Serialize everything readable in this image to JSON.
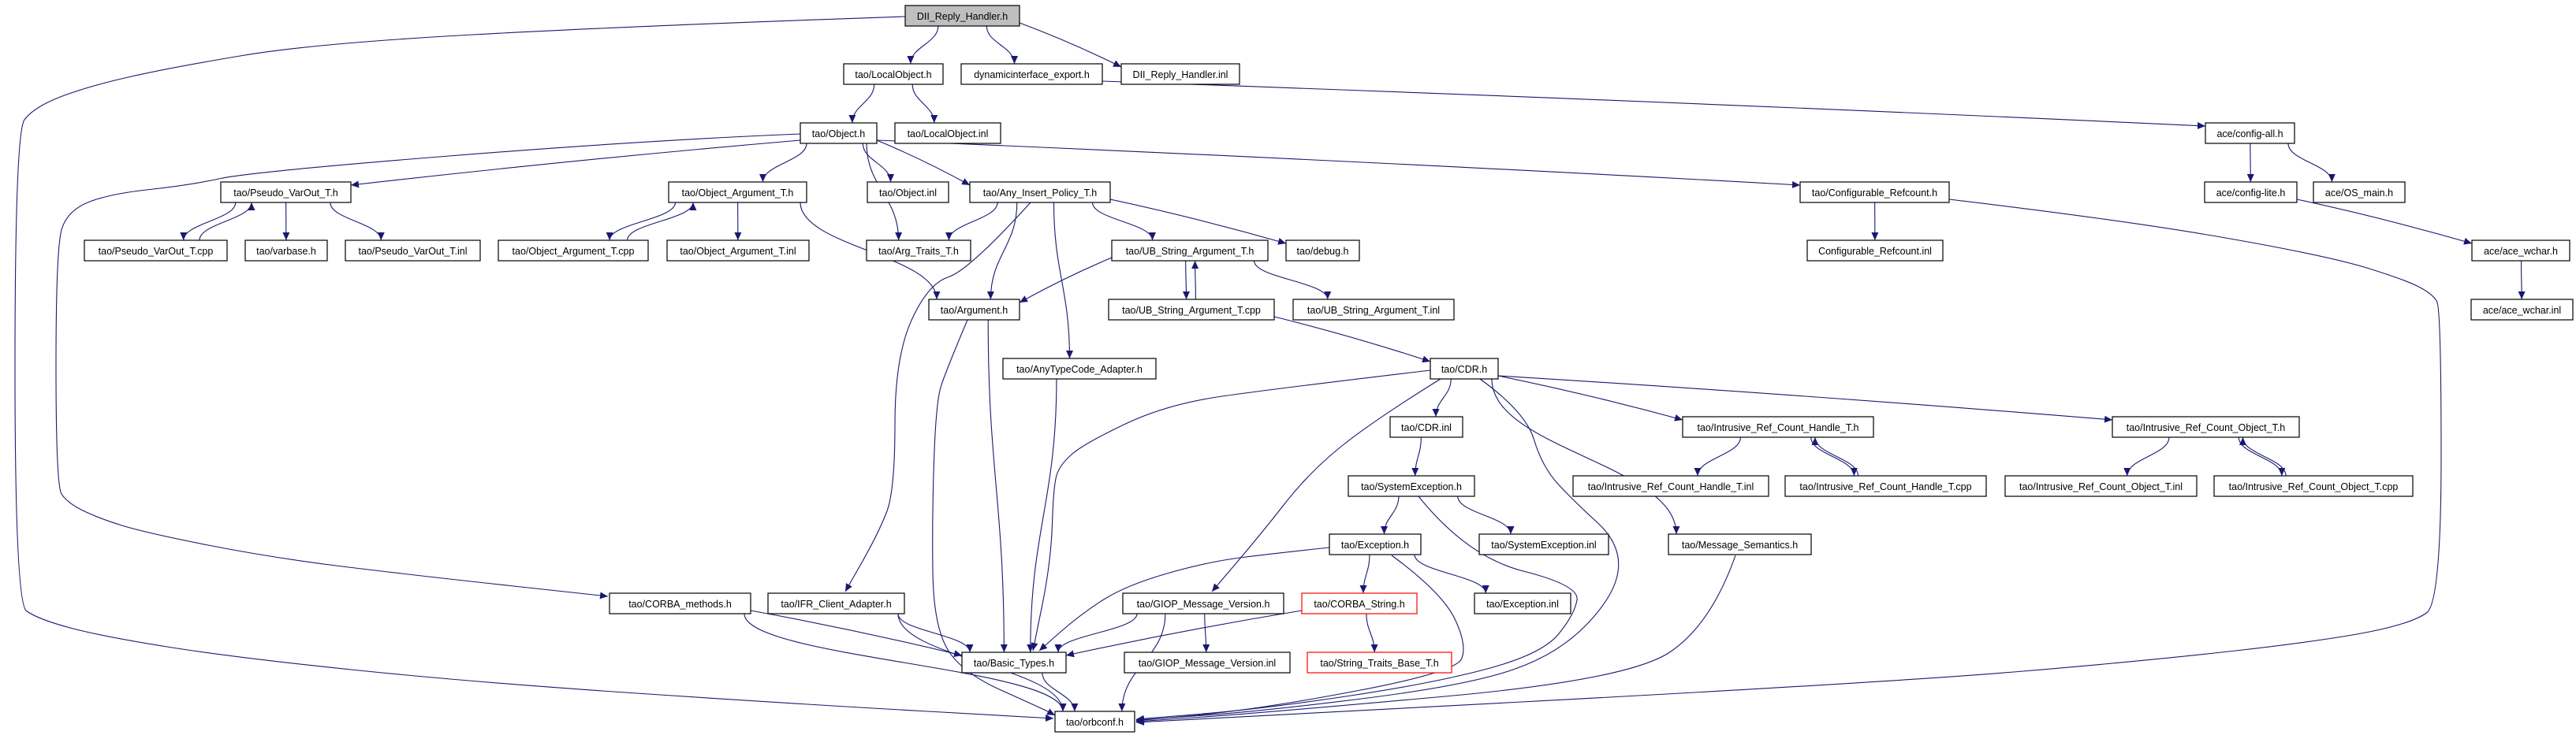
{
  "colors": {
    "edge": "#191970",
    "root_fill": "#bfbfbf",
    "node_border": "#000000",
    "missing_node_border": "#ff0000"
  },
  "nodes": [
    {
      "id": "dii",
      "label": "DII_Reply_Handler.h",
      "root": true
    },
    {
      "id": "localobj",
      "label": "tao/LocalObject.h"
    },
    {
      "id": "dynexp",
      "label": "dynamicinterface_export.h"
    },
    {
      "id": "diiinl",
      "label": "DII_Reply_Handler.inl"
    },
    {
      "id": "object",
      "label": "tao/Object.h"
    },
    {
      "id": "localobjinl",
      "label": "tao/LocalObject.inl"
    },
    {
      "id": "configall",
      "label": "ace/config-all.h"
    },
    {
      "id": "pvo",
      "label": "tao/Pseudo_VarOut_T.h"
    },
    {
      "id": "oat",
      "label": "tao/Object_Argument_T.h"
    },
    {
      "id": "objinl",
      "label": "tao/Object.inl"
    },
    {
      "id": "aip",
      "label": "tao/Any_Insert_Policy_T.h"
    },
    {
      "id": "cfgref",
      "label": "tao/Configurable_Refcount.h"
    },
    {
      "id": "configlite",
      "label": "ace/config-lite.h"
    },
    {
      "id": "osmain",
      "label": "ace/OS_main.h"
    },
    {
      "id": "pvocpp",
      "label": "tao/Pseudo_VarOut_T.cpp"
    },
    {
      "id": "varbase",
      "label": "tao/varbase.h"
    },
    {
      "id": "pvoinl",
      "label": "tao/Pseudo_VarOut_T.inl"
    },
    {
      "id": "oatcpp",
      "label": "tao/Object_Argument_T.cpp"
    },
    {
      "id": "oatinl",
      "label": "tao/Object_Argument_T.inl"
    },
    {
      "id": "argtraits",
      "label": "tao/Arg_Traits_T.h"
    },
    {
      "id": "ubsa",
      "label": "tao/UB_String_Argument_T.h"
    },
    {
      "id": "debug",
      "label": "tao/debug.h"
    },
    {
      "id": "cfgrefinl",
      "label": "Configurable_Refcount.inl"
    },
    {
      "id": "wchar",
      "label": "ace/ace_wchar.h"
    },
    {
      "id": "argument",
      "label": "tao/Argument.h"
    },
    {
      "id": "ubsacpp",
      "label": "tao/UB_String_Argument_T.cpp"
    },
    {
      "id": "ubsainl",
      "label": "tao/UB_String_Argument_T.inl"
    },
    {
      "id": "wcharinl",
      "label": "ace/ace_wchar.inl"
    },
    {
      "id": "anytc",
      "label": "tao/AnyTypeCode_Adapter.h"
    },
    {
      "id": "cdr",
      "label": "tao/CDR.h"
    },
    {
      "id": "cdrinl",
      "label": "tao/CDR.inl"
    },
    {
      "id": "irch",
      "label": "tao/Intrusive_Ref_Count_Handle_T.h"
    },
    {
      "id": "irco",
      "label": "tao/Intrusive_Ref_Count_Object_T.h"
    },
    {
      "id": "sysexc",
      "label": "tao/SystemException.h"
    },
    {
      "id": "irchinl",
      "label": "tao/Intrusive_Ref_Count_Handle_T.inl"
    },
    {
      "id": "irchcpp",
      "label": "tao/Intrusive_Ref_Count_Handle_T.cpp"
    },
    {
      "id": "ircoinl",
      "label": "tao/Intrusive_Ref_Count_Object_T.inl"
    },
    {
      "id": "ircocpp",
      "label": "tao/Intrusive_Ref_Count_Object_T.cpp"
    },
    {
      "id": "exc",
      "label": "tao/Exception.h"
    },
    {
      "id": "sysexcinl",
      "label": "tao/SystemException.inl"
    },
    {
      "id": "msgsem",
      "label": "tao/Message_Semantics.h"
    },
    {
      "id": "corbam",
      "label": "tao/CORBA_methods.h"
    },
    {
      "id": "ifr",
      "label": "tao/IFR_Client_Adapter.h"
    },
    {
      "id": "giop",
      "label": "tao/GIOP_Message_Version.h"
    },
    {
      "id": "corbastr",
      "label": "tao/CORBA_String.h",
      "missing": true
    },
    {
      "id": "excinl",
      "label": "tao/Exception.inl"
    },
    {
      "id": "basic",
      "label": "tao/Basic_Types.h"
    },
    {
      "id": "giopinl",
      "label": "tao/GIOP_Message_Version.inl"
    },
    {
      "id": "strtraits",
      "label": "tao/String_Traits_Base_T.h",
      "missing": true
    },
    {
      "id": "orbconf",
      "label": "tao/orbconf.h"
    }
  ],
  "edges": [
    [
      "dii",
      "localobj"
    ],
    [
      "dii",
      "dynexp"
    ],
    [
      "dii",
      "diiinl"
    ],
    [
      "dii",
      "orbconf"
    ],
    [
      "localobj",
      "object"
    ],
    [
      "localobj",
      "localobjinl"
    ],
    [
      "dynexp",
      "configall"
    ],
    [
      "object",
      "pvo"
    ],
    [
      "object",
      "corbam"
    ],
    [
      "object",
      "oat"
    ],
    [
      "object",
      "argtraits"
    ],
    [
      "object",
      "objinl"
    ],
    [
      "object",
      "aip"
    ],
    [
      "object",
      "cfgref"
    ],
    [
      "pvo",
      "pvocpp"
    ],
    [
      "pvocpp",
      "pvo"
    ],
    [
      "pvo",
      "varbase"
    ],
    [
      "pvo",
      "pvoinl"
    ],
    [
      "oat",
      "oatcpp"
    ],
    [
      "oatcpp",
      "oat"
    ],
    [
      "oat",
      "oatinl"
    ],
    [
      "oat",
      "argument"
    ],
    [
      "aip",
      "argtraits"
    ],
    [
      "aip",
      "argument"
    ],
    [
      "aip",
      "ubsa"
    ],
    [
      "aip",
      "debug"
    ],
    [
      "aip",
      "anytc"
    ],
    [
      "aip",
      "ifr"
    ],
    [
      "ubsa",
      "argument"
    ],
    [
      "ubsa",
      "ubsacpp"
    ],
    [
      "ubsacpp",
      "ubsa"
    ],
    [
      "ubsa",
      "ubsainl"
    ],
    [
      "ubsacpp",
      "cdr"
    ],
    [
      "argument",
      "basic"
    ],
    [
      "argument",
      "orbconf"
    ],
    [
      "anytc",
      "basic"
    ],
    [
      "cfgref",
      "cfgrefinl"
    ],
    [
      "cfgref",
      "orbconf"
    ],
    [
      "configall",
      "configlite"
    ],
    [
      "configall",
      "osmain"
    ],
    [
      "configlite",
      "wchar"
    ],
    [
      "wchar",
      "wcharinl"
    ],
    [
      "cdr",
      "basic"
    ],
    [
      "cdr",
      "cdrinl"
    ],
    [
      "cdr",
      "giop"
    ],
    [
      "cdr",
      "irch"
    ],
    [
      "cdr",
      "irco"
    ],
    [
      "cdr",
      "msgsem"
    ],
    [
      "cdr",
      "orbconf"
    ],
    [
      "cdrinl",
      "sysexc"
    ],
    [
      "sysexc",
      "exc"
    ],
    [
      "sysexc",
      "sysexcinl"
    ],
    [
      "sysexc",
      "orbconf"
    ],
    [
      "exc",
      "basic"
    ],
    [
      "exc",
      "corbastr"
    ],
    [
      "exc",
      "excinl"
    ],
    [
      "exc",
      "orbconf"
    ],
    [
      "corbastr",
      "basic"
    ],
    [
      "corbastr",
      "strtraits"
    ],
    [
      "irch",
      "irchinl"
    ],
    [
      "irch",
      "irchcpp"
    ],
    [
      "irchcpp",
      "irch"
    ],
    [
      "irco",
      "ircoinl"
    ],
    [
      "irco",
      "ircocpp"
    ],
    [
      "ircocpp",
      "irco"
    ],
    [
      "msgsem",
      "orbconf"
    ],
    [
      "corbam",
      "basic"
    ],
    [
      "corbam",
      "orbconf"
    ],
    [
      "ifr",
      "basic"
    ],
    [
      "ifr",
      "orbconf"
    ],
    [
      "giop",
      "basic"
    ],
    [
      "giop",
      "giopinl"
    ],
    [
      "giop",
      "orbconf"
    ],
    [
      "basic",
      "orbconf"
    ]
  ]
}
